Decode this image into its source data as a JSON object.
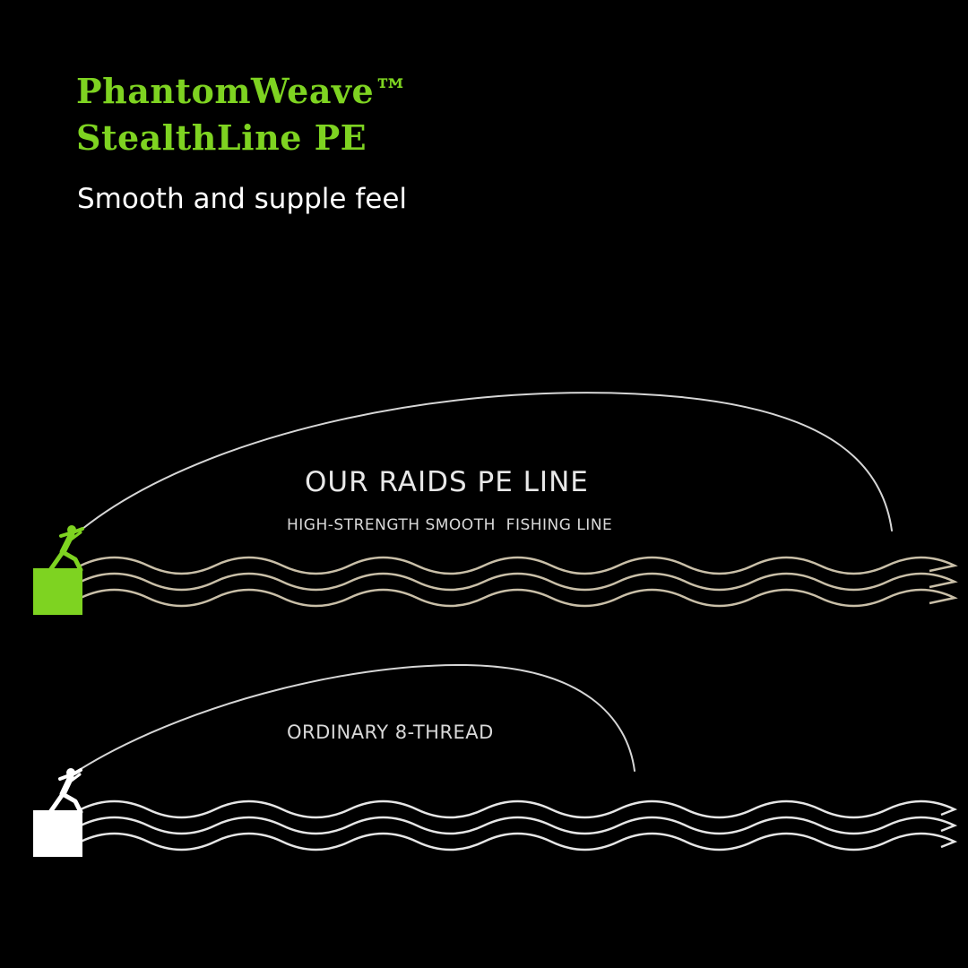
{
  "header": {
    "title_line1": "PhantomWeave™",
    "title_line2": "StealthLine PE",
    "subtitle": "Smooth and supple feel"
  },
  "comparison": {
    "ours": {
      "label": "OUR RAIDS PE LINE",
      "sublabel": "HIGH-STRENGTH SMOOTH  FISHING LINE",
      "color": "#7ed321"
    },
    "ordinary": {
      "label": "ORDINARY 8-THREAD",
      "color": "#ffffff"
    }
  },
  "colors": {
    "background": "#000000",
    "accent_green": "#7ed321",
    "text_white": "#ffffff",
    "wave_color": "#c9bfa8"
  },
  "icons": [
    "angler-figure-icon",
    "casting-platform-icon"
  ]
}
